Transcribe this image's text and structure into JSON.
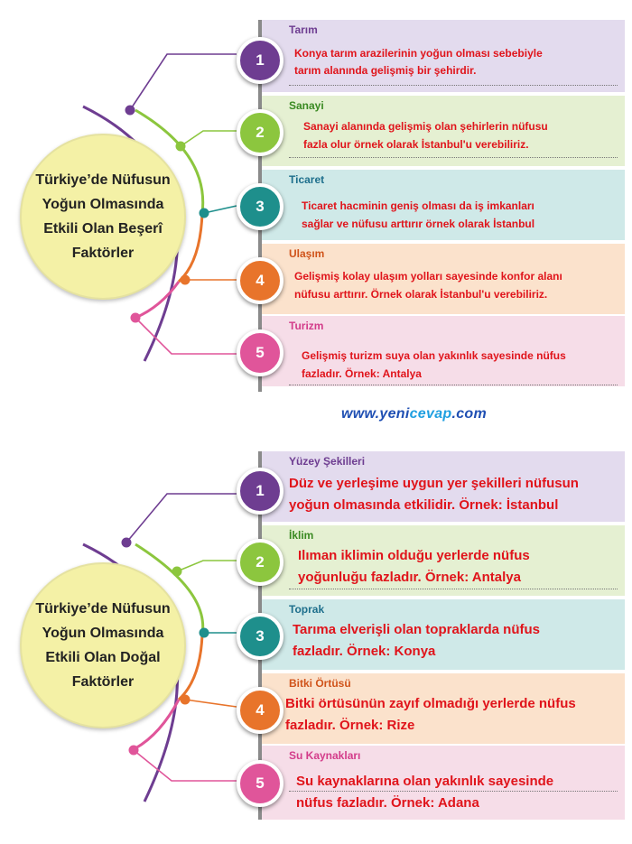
{
  "colors": {
    "purple": "#6e3d91",
    "green": "#8cc63e",
    "teal": "#1e8f8c",
    "orange": "#e8742b",
    "pink": "#e0559a",
    "band_purple": "#e3dbee",
    "band_green": "#e5f0d2",
    "band_teal": "#cfe9e8",
    "band_orange": "#fbe2cc",
    "band_pink": "#f6dde8",
    "body_text": "#e0141b",
    "big_circle": "#f4f1a6"
  },
  "watermark": {
    "prefix": "www.yeni",
    "highlight": "cevap",
    "suffix": ".com"
  },
  "top": {
    "center_title": "Türkiye’de Nüfusun\nYoğun Olmasında\nEtkili Olan Beşerî\nFaktörler",
    "items": [
      {
        "number": "1",
        "title": "Tarım",
        "text": "Konya tarım arazilerinin yoğun olması  sebebiyle\ntarım alanında gelişmiş bir şehirdir."
      },
      {
        "number": "2",
        "title": "Sanayi",
        "text": "Sanayi alanında gelişmiş olan şehirlerin nüfusu\nfazla olur örnek olarak İstanbul'u verebiliriz."
      },
      {
        "number": "3",
        "title": "Ticaret",
        "text": "Ticaret hacminin geniş olması da iş imkanları\nsağlar ve nüfusu arttırır örnek olarak İstanbul"
      },
      {
        "number": "4",
        "title": "Ulaşım",
        "text": "Gelişmiş kolay ulaşım yolları sayesinde konfor alanı\nnüfusu arttırır. Örnek olarak İstanbul'u verebiliriz."
      },
      {
        "number": "5",
        "title": "Turizm",
        "text": "Gelişmiş turizm suya olan yakınlık sayesinde nüfus\nfazladır. Örnek: Antalya"
      }
    ]
  },
  "bottom": {
    "center_title": "Türkiye’de Nüfusun\nYoğun Olmasında\nEtkili Olan Doğal\nFaktörler",
    "items": [
      {
        "number": "1",
        "title": "Yüzey Şekilleri",
        "text": "Düz ve yerleşime uygun yer şekilleri nüfusun\nyoğun olmasında etkilidir. Örnek: İstanbul"
      },
      {
        "number": "2",
        "title": "İklim",
        "text": "Ilıman iklimin olduğu yerlerde nüfus\nyoğunluğu fazladır. Örnek: Antalya"
      },
      {
        "number": "3",
        "title": "Toprak",
        "text": "Tarıma elverişli olan topraklarda nüfus\nfazladır. Örnek: Konya"
      },
      {
        "number": "4",
        "title": "Bitki Örtüsü",
        "text": "Bitki örtüsünün zayıf olmadığı yerlerde nüfus\nfazladır. Örnek: Rize"
      },
      {
        "number": "5",
        "title": "Su Kaynakları",
        "text": "Su kaynaklarına olan yakınlık sayesinde\nnüfus fazladır. Örnek: Adana"
      }
    ]
  }
}
